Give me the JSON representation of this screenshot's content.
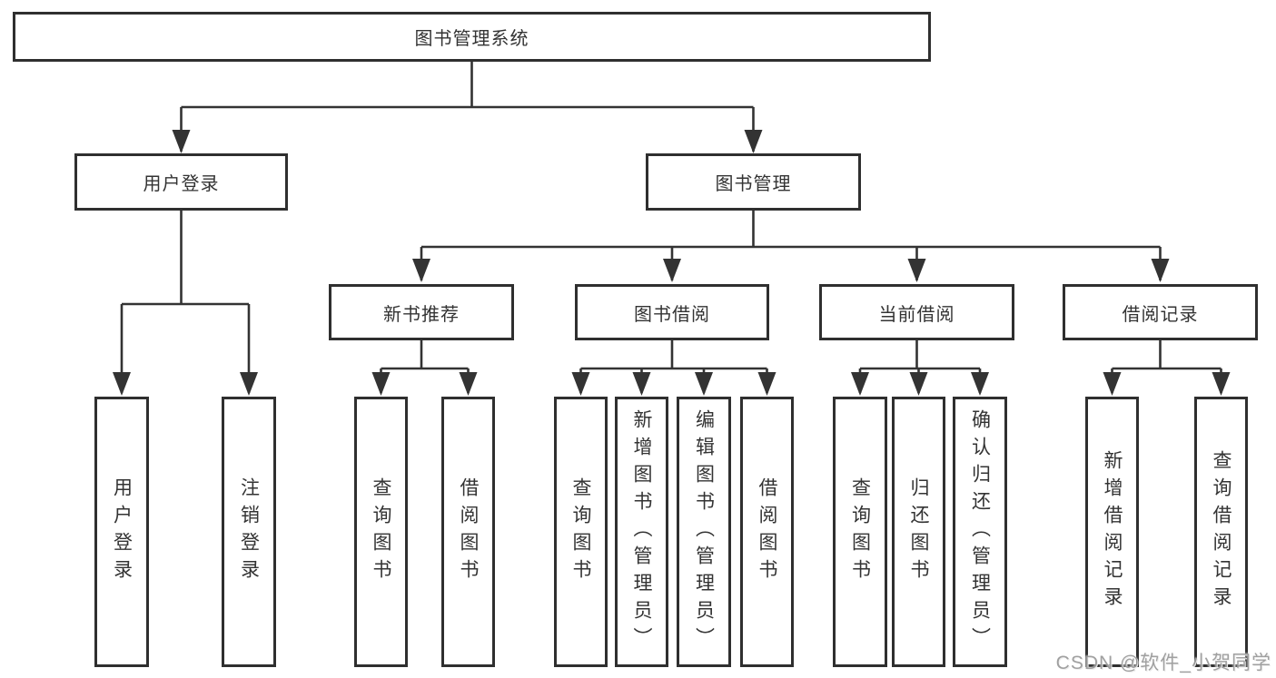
{
  "colors": {
    "line": "#333333",
    "box_border": "#2f2f2f",
    "text": "#333333",
    "watermark_gray": "#9b9b9b"
  },
  "watermark": {
    "text": "CSDN @软件_小贺同学"
  },
  "tree": {
    "root": {
      "label": "图书管理系统",
      "children": [
        {
          "label": "用户登录",
          "children": [
            {
              "label": "用户登录"
            },
            {
              "label": "注销登录"
            }
          ]
        },
        {
          "label": "图书管理",
          "children": [
            {
              "label": "新书推荐",
              "children": [
                {
                  "label": "查询图书"
                },
                {
                  "label": "借阅图书"
                }
              ]
            },
            {
              "label": "图书借阅",
              "children": [
                {
                  "label": "查询图书"
                },
                {
                  "label": "新增图书（管理员）"
                },
                {
                  "label": "编辑图书（管理员）"
                },
                {
                  "label": "借阅图书"
                }
              ]
            },
            {
              "label": "当前借阅",
              "children": [
                {
                  "label": "查询图书"
                },
                {
                  "label": "归还图书"
                },
                {
                  "label": "确认归还（管理员）"
                }
              ]
            },
            {
              "label": "借阅记录",
              "children": [
                {
                  "label": "新增借阅记录"
                },
                {
                  "label": "查询借阅记录"
                }
              ]
            }
          ]
        }
      ]
    }
  }
}
